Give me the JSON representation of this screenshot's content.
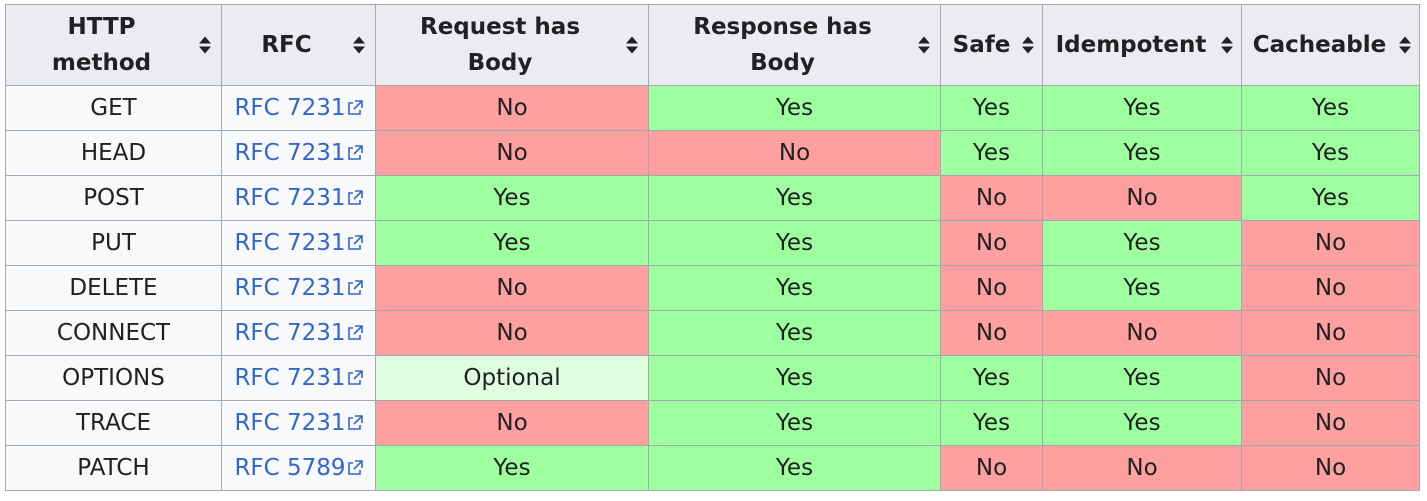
{
  "table": {
    "headers": [
      {
        "line1": "HTTP",
        "line2": "method"
      },
      {
        "line1": "RFC",
        "line2": ""
      },
      {
        "line1": "Request has",
        "line2": "Body"
      },
      {
        "line1": "Response has",
        "line2": "Body"
      },
      {
        "line1": "Safe",
        "line2": ""
      },
      {
        "line1": "Idempotent",
        "line2": ""
      },
      {
        "line1": "Cacheable",
        "line2": ""
      }
    ],
    "rows": [
      {
        "method": "GET",
        "rfc": "RFC 7231",
        "request_body": "No",
        "response_body": "Yes",
        "safe": "Yes",
        "idempotent": "Yes",
        "cacheable": "Yes"
      },
      {
        "method": "HEAD",
        "rfc": "RFC 7231",
        "request_body": "No",
        "response_body": "No",
        "safe": "Yes",
        "idempotent": "Yes",
        "cacheable": "Yes"
      },
      {
        "method": "POST",
        "rfc": "RFC 7231",
        "request_body": "Yes",
        "response_body": "Yes",
        "safe": "No",
        "idempotent": "No",
        "cacheable": "Yes"
      },
      {
        "method": "PUT",
        "rfc": "RFC 7231",
        "request_body": "Yes",
        "response_body": "Yes",
        "safe": "No",
        "idempotent": "Yes",
        "cacheable": "No"
      },
      {
        "method": "DELETE",
        "rfc": "RFC 7231",
        "request_body": "No",
        "response_body": "Yes",
        "safe": "No",
        "idempotent": "Yes",
        "cacheable": "No"
      },
      {
        "method": "CONNECT",
        "rfc": "RFC 7231",
        "request_body": "No",
        "response_body": "Yes",
        "safe": "No",
        "idempotent": "No",
        "cacheable": "No"
      },
      {
        "method": "OPTIONS",
        "rfc": "RFC 7231",
        "request_body": "Optional",
        "response_body": "Yes",
        "safe": "Yes",
        "idempotent": "Yes",
        "cacheable": "No"
      },
      {
        "method": "TRACE",
        "rfc": "RFC 7231",
        "request_body": "No",
        "response_body": "Yes",
        "safe": "Yes",
        "idempotent": "Yes",
        "cacheable": "No"
      },
      {
        "method": "PATCH",
        "rfc": "RFC 5789",
        "request_body": "Yes",
        "response_body": "Yes",
        "safe": "No",
        "idempotent": "No",
        "cacheable": "No"
      }
    ]
  },
  "colors": {
    "yes": "#9eff9e",
    "no": "#ffa0a0",
    "optional": "#e0fde0",
    "header_bg": "#eaecf0",
    "link": "#3366cc",
    "border": "#a2a9b1"
  },
  "icons": {
    "sort": "sort-arrows-icon",
    "external_link": "external-link-icon"
  }
}
